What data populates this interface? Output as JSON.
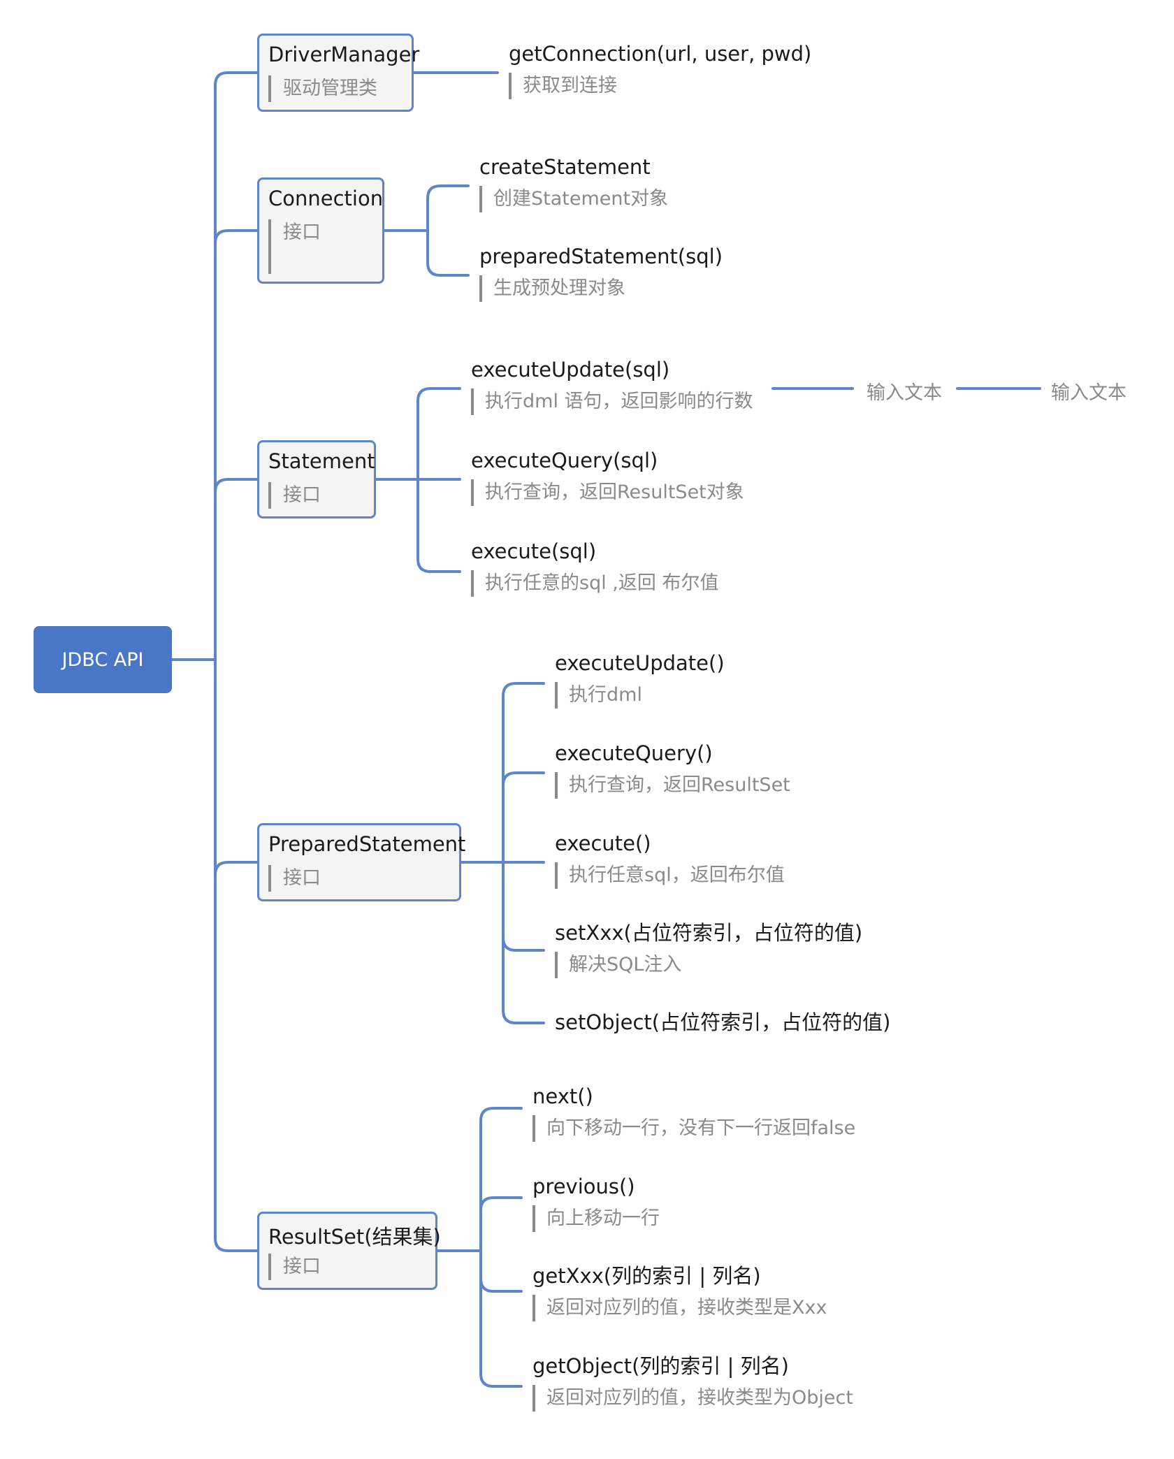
{
  "colors": {
    "line": "#5d85cc",
    "root_fill": "#4a76c6",
    "node_fill": "#f4f4f4",
    "note_text": "#8a8a8a",
    "title_text": "#1a1a1a"
  },
  "root": {
    "label": "JDBC API"
  },
  "branches": [
    {
      "title": "DriverManager",
      "note": "驱动管理类",
      "children": [
        {
          "title": "getConnection(url, user, pwd)",
          "note": "获取到连接"
        }
      ]
    },
    {
      "title": "Connection",
      "note": "接口",
      "children": [
        {
          "title": "createStatement",
          "note": "创建Statement对象"
        },
        {
          "title": "preparedStatement(sql)",
          "note": "生成预处理对象"
        }
      ]
    },
    {
      "title": "Statement",
      "note": "接口",
      "children": [
        {
          "title": "executeUpdate(sql)",
          "note": "执行dml 语句，返回影响的行数"
        },
        {
          "title": "executeQuery(sql)",
          "note": "执行查询，返回ResultSet对象"
        },
        {
          "title": "execute(sql)",
          "note": "执行任意的sql ,返回 布尔值"
        }
      ],
      "extra_topics": [
        "输入文本",
        "输入文本"
      ]
    },
    {
      "title": "PreparedStatement",
      "note": "接口",
      "children": [
        {
          "title": "executeUpdate()",
          "note": "执行dml"
        },
        {
          "title": "executeQuery()",
          "note": "执行查询，返回ResultSet"
        },
        {
          "title": "execute()",
          "note": "执行任意sql，返回布尔值"
        },
        {
          "title": "setXxx(占位符索引，占位符的值)",
          "note": "解决SQL注入"
        },
        {
          "title": "setObject(占位符索引，占位符的值)"
        }
      ]
    },
    {
      "title": "ResultSet(结果集)",
      "note": "接口",
      "children": [
        {
          "title": "next()",
          "note": "向下移动一行，没有下一行返回false"
        },
        {
          "title": "previous()",
          "note": "向上移动一行"
        },
        {
          "title": "getXxx(列的索引 | 列名)",
          "note": "返回对应列的值，接收类型是Xxx"
        },
        {
          "title": "getObject(列的索引 | 列名)",
          "note": "返回对应列的值，接收类型为Object"
        }
      ]
    }
  ]
}
